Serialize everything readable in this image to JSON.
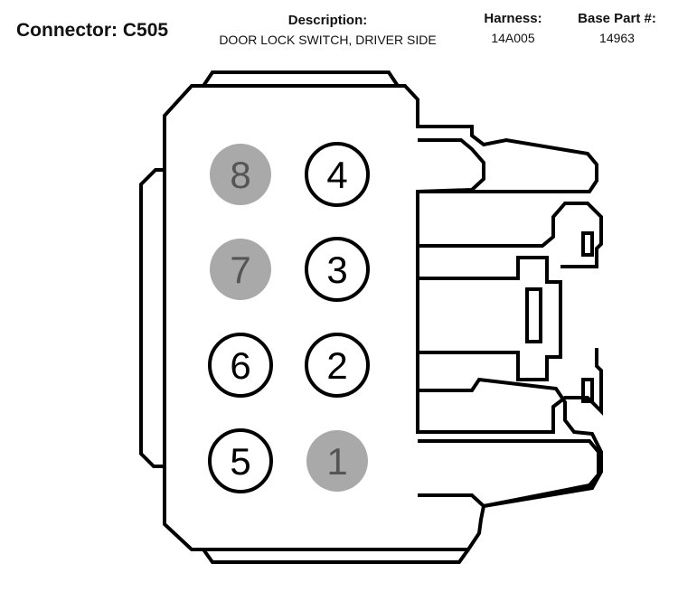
{
  "header": {
    "connector_label": "Connector:",
    "connector_id": "C505",
    "description_label": "Description:",
    "description_value": "DOOR LOCK SWITCH, DRIVER SIDE",
    "harness_label": "Harness:",
    "harness_value": "14A005",
    "base_part_label": "Base Part #:",
    "base_part_value": "14963"
  },
  "colors": {
    "outline": "#000000",
    "body_fill": "#ffffff",
    "pin_used": "#ffffff",
    "pin_unused": "#a9a9a9",
    "pin_unused_text": "#555555"
  },
  "pins": [
    {
      "number": "8",
      "row": 0,
      "col": 0,
      "populated": false
    },
    {
      "number": "4",
      "row": 0,
      "col": 1,
      "populated": true
    },
    {
      "number": "7",
      "row": 1,
      "col": 0,
      "populated": false
    },
    {
      "number": "3",
      "row": 1,
      "col": 1,
      "populated": true
    },
    {
      "number": "6",
      "row": 2,
      "col": 0,
      "populated": true
    },
    {
      "number": "2",
      "row": 2,
      "col": 1,
      "populated": true
    },
    {
      "number": "5",
      "row": 3,
      "col": 0,
      "populated": true
    },
    {
      "number": "1",
      "row": 3,
      "col": 1,
      "populated": false
    }
  ]
}
